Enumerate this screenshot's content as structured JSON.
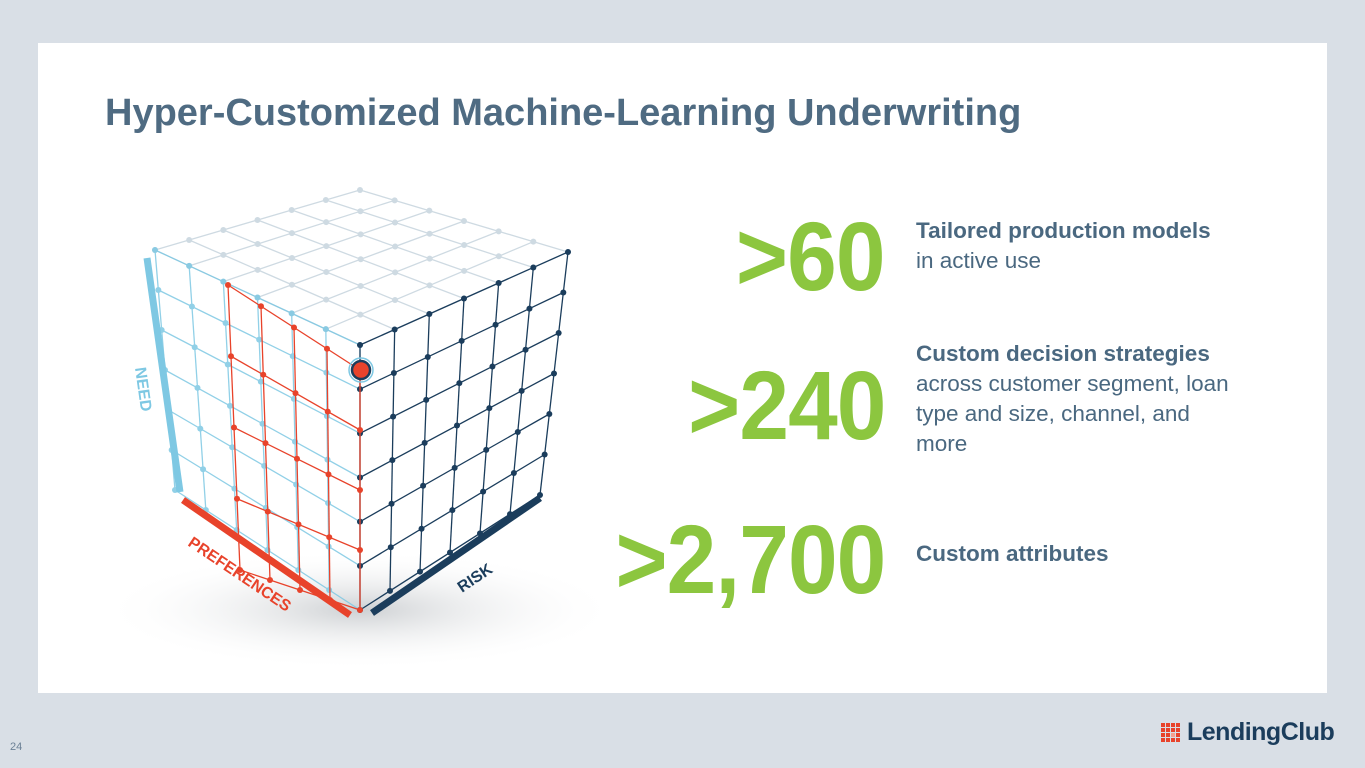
{
  "slide": {
    "title": "Hyper-Customized Machine-Learning Underwriting",
    "page_number": "24"
  },
  "cube": {
    "axes": {
      "need": "NEED",
      "preferences": "PREFERENCES",
      "risk": "RISK"
    },
    "colors": {
      "need": "#7ec8e3",
      "preferences": "#e8432b",
      "risk": "#1b3d5c",
      "top": "#c9d6df"
    }
  },
  "stats": [
    {
      "value": ">60",
      "headline": "Tailored production models",
      "detail": "in active use"
    },
    {
      "value": ">240",
      "headline": "Custom decision strategies",
      "detail": "across customer segment, loan type and size, channel, and more"
    },
    {
      "value": ">2,700",
      "headline": "Custom attributes",
      "detail": ""
    }
  ],
  "brand": {
    "name": "LendingClub",
    "accent": "#e8432b",
    "text_color": "#1b3d5c",
    "stat_color": "#8cc63f"
  }
}
